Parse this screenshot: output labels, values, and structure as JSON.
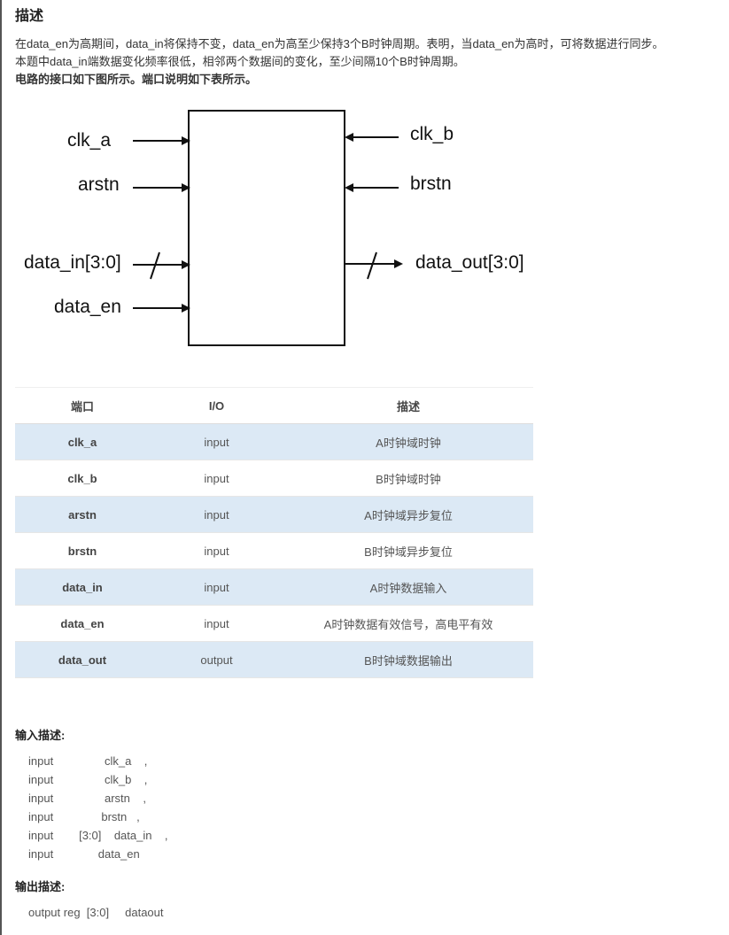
{
  "section_title": "描述",
  "description": {
    "line1": "在data_en为高期间，data_in将保持不变，data_en为高至少保持3个B时钟周期。表明，当data_en为高时，可将数据进行同步。",
    "line2": "本题中data_in端数据变化频率很低，相邻两个数据间的变化，至少间隔10个B时钟周期。",
    "line3": "电路的接口如下图所示。端口说明如下表所示。"
  },
  "diagram": {
    "inputs": [
      "clk_a",
      "arstn",
      "data_in[3:0]",
      "data_en"
    ],
    "right_inputs": [
      "clk_b",
      "brstn"
    ],
    "outputs": [
      "data_out[3:0]"
    ]
  },
  "port_table": {
    "headers": [
      "端口",
      "I/O",
      "描述"
    ],
    "rows": [
      {
        "port": "clk_a",
        "io": "input",
        "desc": "A时钟域时钟"
      },
      {
        "port": "clk_b",
        "io": "input",
        "desc": "B时钟域时钟"
      },
      {
        "port": "arstn",
        "io": "input",
        "desc": "A时钟域异步复位"
      },
      {
        "port": "brstn",
        "io": "input",
        "desc": "B时钟域异步复位"
      },
      {
        "port": "data_in",
        "io": "input",
        "desc": "A时钟数据输入"
      },
      {
        "port": "data_en",
        "io": "input",
        "desc": "A时钟数据有效信号，高电平有效"
      },
      {
        "port": "data_out",
        "io": "output",
        "desc": "B时钟域数据输出"
      }
    ]
  },
  "input_desc": {
    "title": "输入描述:",
    "lines": [
      "input                clk_a    ,",
      "input                clk_b    ,",
      "input                arstn    ,",
      "input               brstn   ,",
      "input        [3:0]    data_in    ,",
      "input              data_en"
    ]
  },
  "output_desc": {
    "title": "输出描述:",
    "lines": [
      "output reg  [3:0]     dataout"
    ]
  }
}
